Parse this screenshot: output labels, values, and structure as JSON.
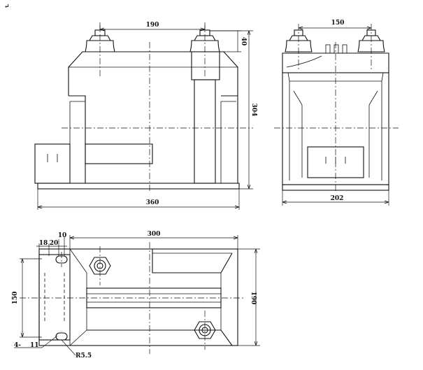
{
  "corner_mark": "↵",
  "dimensions": {
    "front_terminal_spacing": "190",
    "front_terminal_height": "40",
    "front_overall_height": "304",
    "front_base_length": "360",
    "side_terminal_spacing": "150",
    "side_base_width": "202",
    "plan_length": "300",
    "plan_offset_a": "18",
    "plan_offset_b": "20",
    "plan_offset_c": "10",
    "plan_width_left": "150",
    "plan_width_right": "190",
    "plan_hole_count": "4-",
    "plan_hole_dia": "11",
    "plan_slot": "R5.5"
  }
}
